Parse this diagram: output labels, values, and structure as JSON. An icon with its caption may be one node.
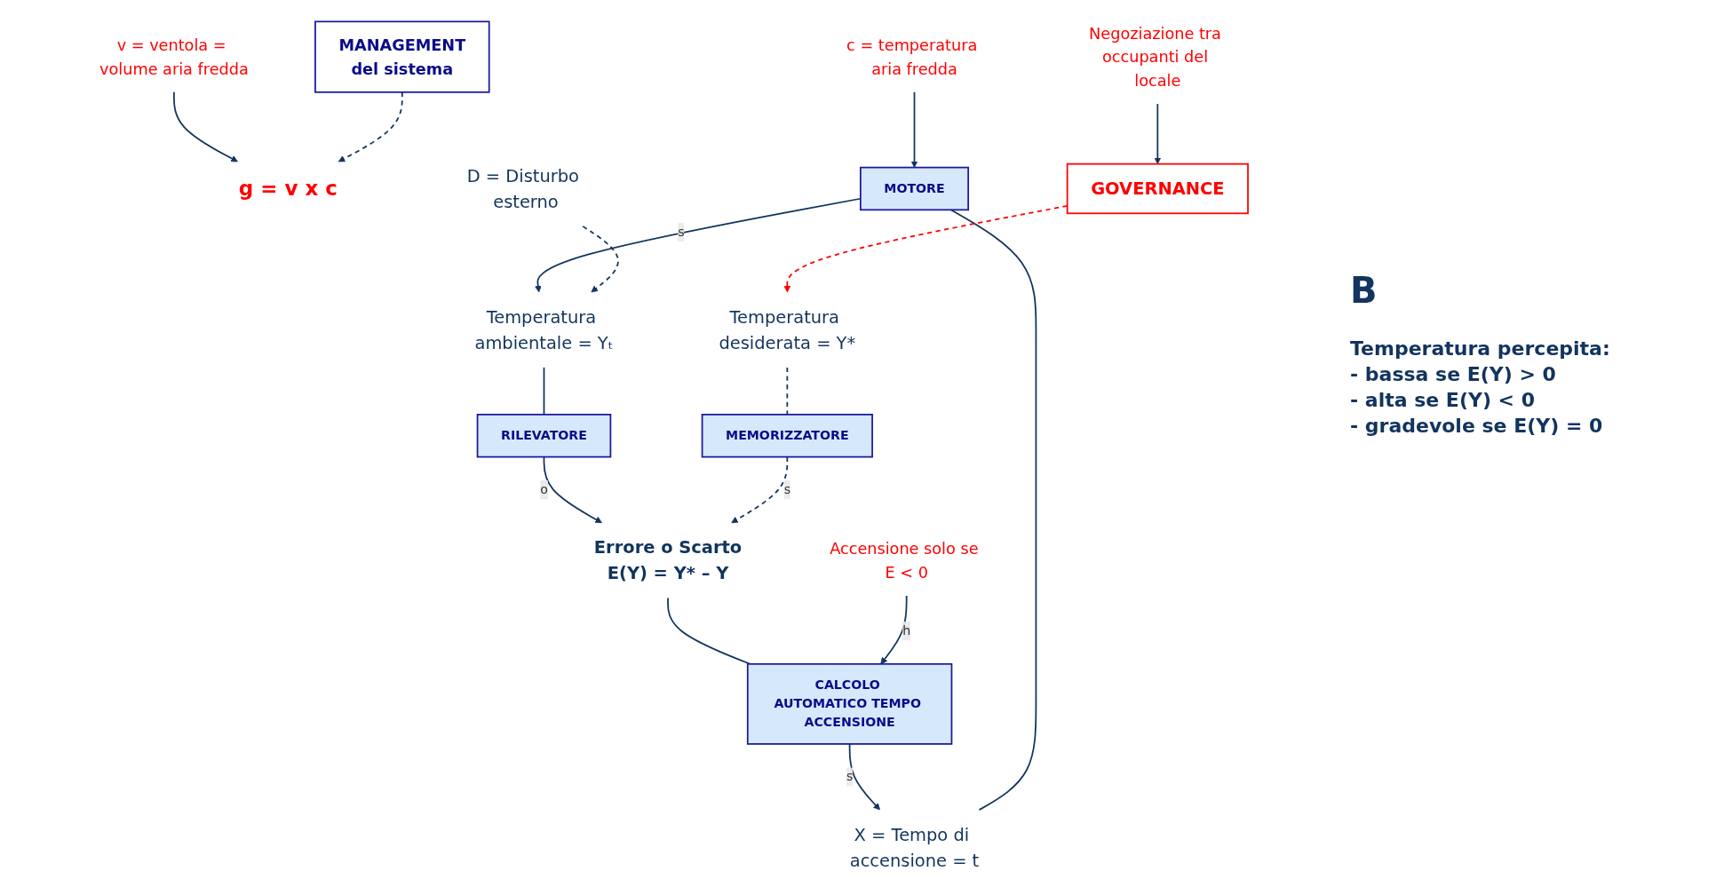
{
  "diagram": {
    "nodes": [
      {
        "text": [
          "v = ventola = volume aria fredda"
        ]
      },
      {
        "text": [
          "c = temperatura aria fredda"
        ]
      },
      {
        "text": [
          "g = v x c"
        ]
      },
      {
        "text": [
          "MOTORE"
        ]
      },
      {
        "text": [
          "D = Disturbo esterno"
        ]
      },
      {
        "text": [
          "X = Tempo di accensione = t"
        ]
      },
      {
        "text": [
          "Temperatura ambientale = Yₜ"
        ]
      },
      {
        "text": [
          "Temperatura desiderata = Y*"
        ]
      },
      {
        "text": [
          "RILEVATORE"
        ]
      },
      {
        "text": [
          "MEMORIZZATORE"
        ]
      },
      {
        "text": [
          "CALCOLO AUTOMATICO TEMPO ACCENSIONE"
        ]
      },
      {
        "text": [
          "Errore o Scarto",
          "E(Y) = Y* – Y"
        ]
      },
      {
        "text": [
          "GOVERNANCE"
        ]
      },
      {
        "text": [
          "Accensione solo se E < 0"
        ]
      },
      {
        "text": [
          "MANAGEMENT",
          "del sistema"
        ]
      },
      {
        "text": [
          "Negoziazione tra occupanti del locale"
        ]
      }
    ],
    "edges": [
      {
        "from": 0,
        "to": 2,
        "arrow": "to"
      },
      {
        "from": 1,
        "to": 3,
        "arrow": "to"
      },
      {
        "from": 5,
        "to": 3,
        "arrow": "none"
      },
      {
        "from": 3,
        "to": 6,
        "arrow": "to",
        "label": "s"
      },
      {
        "from": 4,
        "to": 6,
        "arrow": "to",
        "style": "dashed"
      },
      {
        "from": 6,
        "to": 8,
        "arrow": "none"
      },
      {
        "from": 8,
        "to": 11,
        "arrow": "to",
        "label": "o"
      },
      {
        "from": 7,
        "to": 9,
        "arrow": "none",
        "style": "dashed"
      },
      {
        "from": 9,
        "to": 11,
        "arrow": "to",
        "label": "s",
        "style": "dashed"
      },
      {
        "from": 11,
        "to": 10,
        "arrow": "none"
      },
      {
        "from": 10,
        "to": 5,
        "arrow": "to",
        "label": "s"
      },
      {
        "from": 13,
        "to": 10,
        "arrow": "to",
        "label": "h"
      },
      {
        "from": 14,
        "to": 2,
        "arrow": "to",
        "style": "dashed"
      },
      {
        "from": 12,
        "to": 7,
        "arrow": "to",
        "style": "dashed",
        "color": "#ff0000"
      },
      {
        "from": 15,
        "to": 12,
        "arrow": "to"
      }
    ],
    "labels": [
      "B",
      "Temperatura percepita:",
      "- bassa se E(Y) > 0",
      "- alta se E(Y) < 0",
      "- gradevole se E(Y) = 0"
    ]
  }
}
